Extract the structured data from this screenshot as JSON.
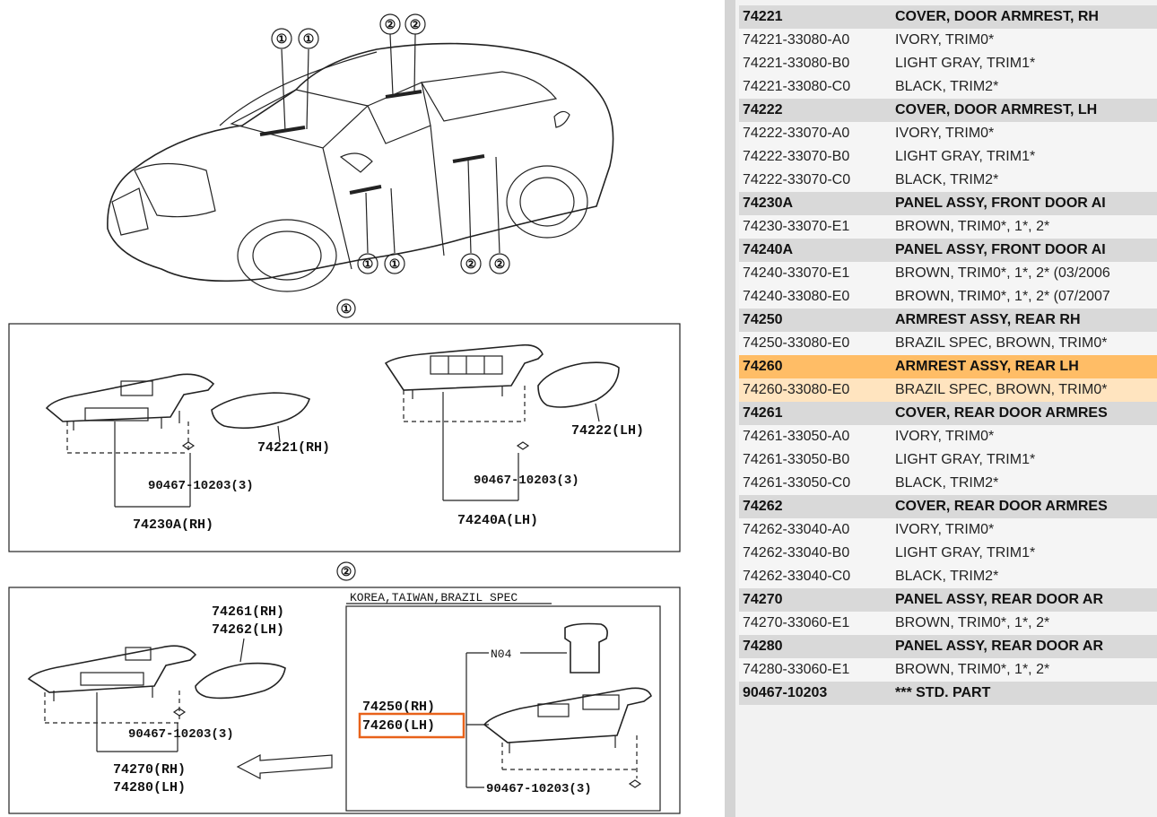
{
  "diagram": {
    "overview_callouts": [
      "①",
      "①",
      "②",
      "②",
      "①",
      "①",
      "②",
      "②"
    ],
    "section1": {
      "marker": "①",
      "labels": {
        "p74221": "74221(RH)",
        "clip_a": "90467-10203(3)",
        "p74230a": "74230A(RH)",
        "p74222": "74222(LH)",
        "clip_b": "90467-10203(3)",
        "p74240a": "74240A(LH)"
      }
    },
    "section2": {
      "marker": "②",
      "labels": {
        "p74261": "74261(RH)",
        "p74262": "74262(LH)",
        "clip_c": "90467-10203(3)",
        "p74270": "74270(RH)",
        "p74280": "74280(LH)",
        "spec": "KOREA,TAIWAN,BRAZIL SPEC",
        "n04": "N04",
        "p74250": "74250(RH)",
        "p74260": "74260(LH)",
        "clip_d": "90467-10203(3)"
      }
    }
  },
  "parts_table": {
    "rows": [
      {
        "num": "74221",
        "desc": "COVER, DOOR ARMREST, RH",
        "kind": "header"
      },
      {
        "num": "74221-33080-A0",
        "desc": "IVORY, TRIM0*",
        "kind": "sub"
      },
      {
        "num": "74221-33080-B0",
        "desc": "LIGHT GRAY, TRIM1*",
        "kind": "sub"
      },
      {
        "num": "74221-33080-C0",
        "desc": "BLACK, TRIM2*",
        "kind": "sub"
      },
      {
        "num": "74222",
        "desc": "COVER, DOOR ARMREST, LH",
        "kind": "header"
      },
      {
        "num": "74222-33070-A0",
        "desc": "IVORY, TRIM0*",
        "kind": "sub"
      },
      {
        "num": "74222-33070-B0",
        "desc": "LIGHT GRAY, TRIM1*",
        "kind": "sub"
      },
      {
        "num": "74222-33070-C0",
        "desc": "BLACK, TRIM2*",
        "kind": "sub"
      },
      {
        "num": "74230A",
        "desc": "PANEL ASSY, FRONT DOOR AI",
        "kind": "header"
      },
      {
        "num": "74230-33070-E1",
        "desc": "BROWN, TRIM0*, 1*, 2*",
        "kind": "sub"
      },
      {
        "num": "74240A",
        "desc": "PANEL ASSY, FRONT DOOR AI",
        "kind": "header"
      },
      {
        "num": "74240-33070-E1",
        "desc": "BROWN, TRIM0*, 1*, 2* (03/2006",
        "kind": "sub"
      },
      {
        "num": "74240-33080-E0",
        "desc": "BROWN, TRIM0*, 1*, 2* (07/2007",
        "kind": "sub"
      },
      {
        "num": "74250",
        "desc": "ARMREST ASSY, REAR RH",
        "kind": "header"
      },
      {
        "num": "74250-33080-E0",
        "desc": "BRAZIL SPEC, BROWN, TRIM0*",
        "kind": "sub"
      },
      {
        "num": "74260",
        "desc": "ARMREST ASSY, REAR LH",
        "kind": "header",
        "selected": true
      },
      {
        "num": "74260-33080-E0",
        "desc": "BRAZIL SPEC, BROWN, TRIM0*",
        "kind": "sub",
        "selected": true
      },
      {
        "num": "74261",
        "desc": "COVER, REAR DOOR ARMRES",
        "kind": "header"
      },
      {
        "num": "74261-33050-A0",
        "desc": "IVORY, TRIM0*",
        "kind": "sub"
      },
      {
        "num": "74261-33050-B0",
        "desc": "LIGHT GRAY, TRIM1*",
        "kind": "sub"
      },
      {
        "num": "74261-33050-C0",
        "desc": "BLACK, TRIM2*",
        "kind": "sub"
      },
      {
        "num": "74262",
        "desc": "COVER, REAR DOOR ARMRES",
        "kind": "header"
      },
      {
        "num": "74262-33040-A0",
        "desc": "IVORY, TRIM0*",
        "kind": "sub"
      },
      {
        "num": "74262-33040-B0",
        "desc": "LIGHT GRAY, TRIM1*",
        "kind": "sub"
      },
      {
        "num": "74262-33040-C0",
        "desc": "BLACK, TRIM2*",
        "kind": "sub"
      },
      {
        "num": "74270",
        "desc": "PANEL ASSY, REAR DOOR AR",
        "kind": "header"
      },
      {
        "num": "74270-33060-E1",
        "desc": "BROWN, TRIM0*, 1*, 2*",
        "kind": "sub"
      },
      {
        "num": "74280",
        "desc": "PANEL ASSY, REAR DOOR AR",
        "kind": "header"
      },
      {
        "num": "74280-33060-E1",
        "desc": "BROWN, TRIM0*, 1*, 2*",
        "kind": "sub"
      },
      {
        "num": "90467-10203",
        "desc": "*** STD. PART",
        "kind": "header"
      }
    ]
  },
  "colors": {
    "header_bg": "#d9d9d9",
    "sub_bg": "#f5f5f5",
    "selected_header_bg": "#ffbd66",
    "selected_sub_bg": "#ffe4bf",
    "highlight_box": "#e8621a",
    "divider": "#d4d4d4"
  }
}
